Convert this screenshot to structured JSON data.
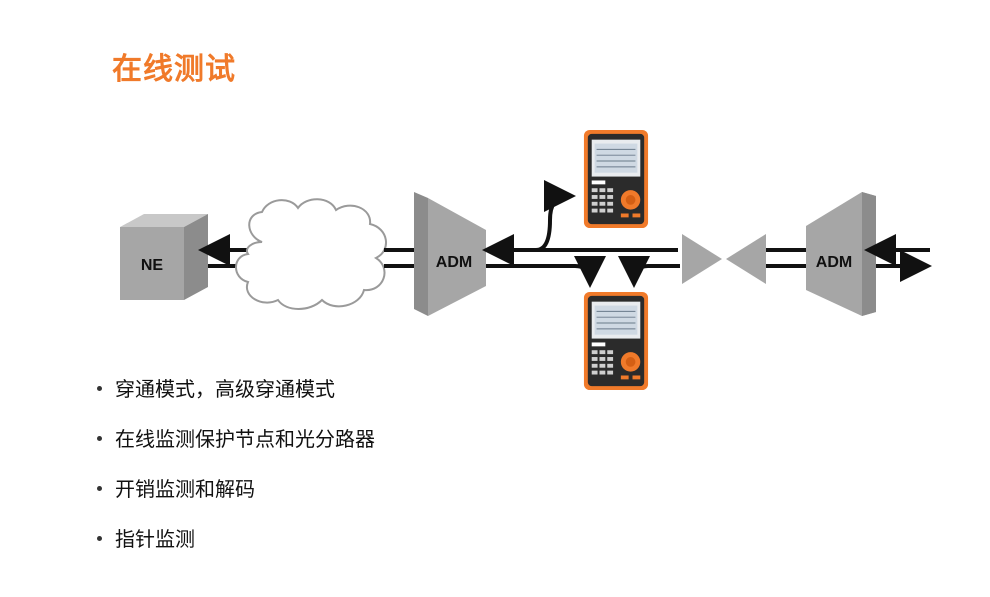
{
  "title": "在线测试",
  "diagram": {
    "ne_label": "NE",
    "adm_left_label": "ADM",
    "adm_right_label": "ADM",
    "device_icon": "handheld-tester-icon",
    "cloud_icon": "network-cloud-icon",
    "splitter_icon": "optical-splitter-icon"
  },
  "bullets": [
    "穿通模式，高级穿通模式",
    "在线监测保护节点和光分路器",
    "开销监测和解码",
    "指针监测"
  ],
  "colors": {
    "title": "#f07a2a",
    "device_body": "#f07a2a",
    "box_gray": "#a6a6a6",
    "arrow": "#111111"
  }
}
